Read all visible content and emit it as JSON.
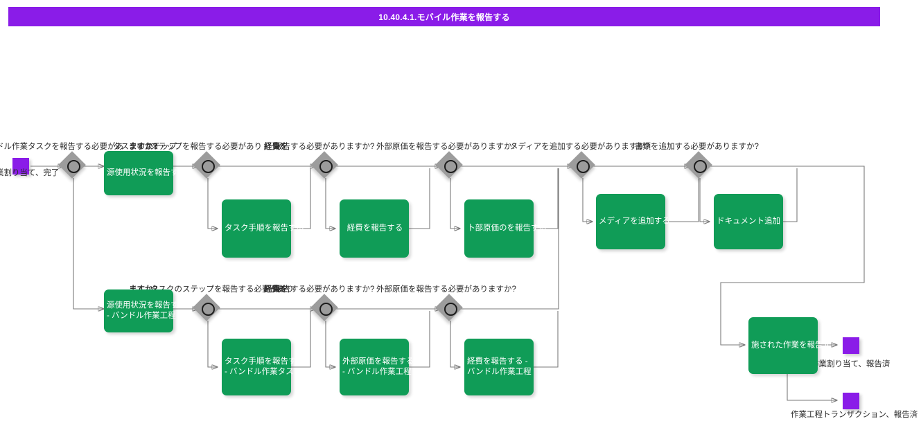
{
  "header": {
    "title": "10.40.4.1.モバイル作業を報告する",
    "bar_color": "#8a1ce8"
  },
  "palette": {
    "task_green": "#109c57",
    "event_purple": "#8a1ce8",
    "gateway_grey": "#9c9c9c",
    "connector_grey": "#7a7a7a",
    "text_dark": "#2b2b2b",
    "task_text": "#ffffff"
  },
  "diagram": {
    "type": "bpmn-flowchart",
    "start_events": [
      {
        "id": "start-1",
        "label": "業割り当て、完了"
      }
    ],
    "end_events": [
      {
        "id": "end-1",
        "label": "作業割り当て、報告済"
      },
      {
        "id": "end-2",
        "label": "作業工程トランザクション、報告済"
      }
    ],
    "gateways": [
      {
        "id": "gw-1",
        "label": "ドル作業タスクを報告する必要があ"
      },
      {
        "id": "gw-2",
        "label": "ステップを報告する必要があり"
      },
      {
        "id": "gw-2b",
        "label": "ますか?"
      },
      {
        "id": "gw-3",
        "label": "報告する必要がありますか?"
      },
      {
        "id": "gw-3b",
        "label": "経費を"
      },
      {
        "id": "gw-4",
        "label": "外部原価を報告する必要がありますか?"
      },
      {
        "id": "gw-5",
        "label": "メディアを追加する必要がありますか?"
      },
      {
        "id": "gw-6",
        "label": "書類を追加する必要がありますか?"
      },
      {
        "id": "gw-7",
        "label": "タスクのステップを報告する必要があり"
      },
      {
        "id": "gw-7b",
        "label": "ますか?"
      },
      {
        "id": "gw-8",
        "label": "報告する必要がありますか?"
      },
      {
        "id": "gw-8b",
        "label": "経費を"
      },
      {
        "id": "gw-9",
        "label": "外部原価を報告する必要がありますか?"
      }
    ],
    "tasks": [
      {
        "id": "t-1",
        "label": "源使用状況を報告す"
      },
      {
        "id": "t-2",
        "label": "タスク手順を報告する"
      },
      {
        "id": "t-3",
        "label": "経費を報告する"
      },
      {
        "id": "t-4",
        "label": "卜部原価のを報告する"
      },
      {
        "id": "t-5",
        "label": "メディアを追加する"
      },
      {
        "id": "t-6",
        "label": "ドキュメント追加"
      },
      {
        "id": "t-7",
        "label": "源使用状況を報告す\n- バンドル作業工程"
      },
      {
        "id": "t-8",
        "label": "タスク手順を報告する\n- バンドル作業タスク"
      },
      {
        "id": "t-9",
        "label": "外部原価を報告する\n- バンドル作業工程"
      },
      {
        "id": "t-10",
        "label": "経費を報告する -\nバンドル作業工程"
      },
      {
        "id": "t-11",
        "label": "施された作業を報告す"
      }
    ],
    "overlay_labels": [
      {
        "id": "ov-1",
        "label": "タスクのステップ"
      }
    ]
  }
}
